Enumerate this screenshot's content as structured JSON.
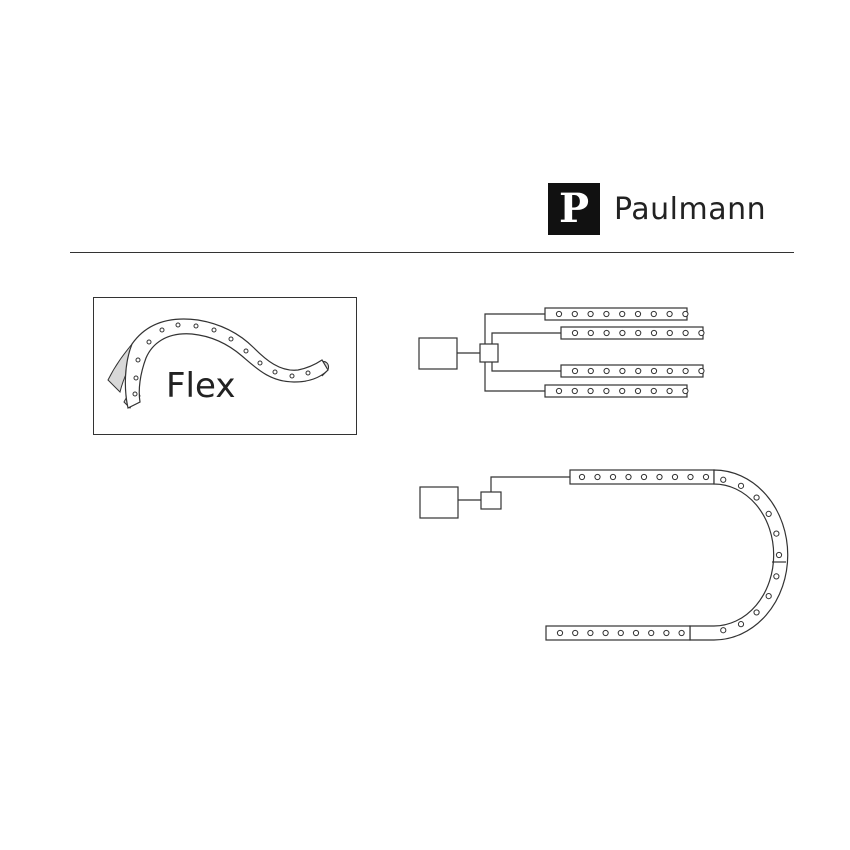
{
  "brand": {
    "logo_letter": "P",
    "name": "Paulmann"
  },
  "product": {
    "label": "Flex"
  },
  "colors": {
    "line": "#333333",
    "logo_background": "#111111",
    "strip_fill": "#ffffff",
    "ribbon_shadow": "#d8d8d8"
  },
  "icons": [
    "flex-strip-illustration",
    "power-supply-box",
    "connector-box",
    "led-strip"
  ]
}
